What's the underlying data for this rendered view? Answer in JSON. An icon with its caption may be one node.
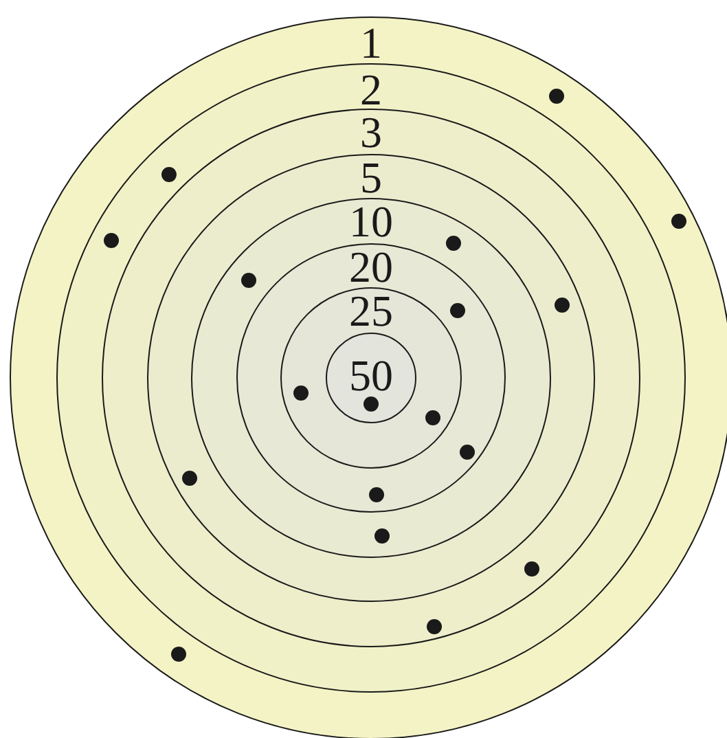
{
  "diagram": {
    "nodes": [
      {
        "text": [
          "1"
        ]
      },
      {
        "text": [
          "2"
        ],
        "in": 0
      },
      {
        "text": [
          "3"
        ],
        "in": 1
      },
      {
        "text": [
          "5"
        ],
        "in": 2
      },
      {
        "text": [
          "10"
        ],
        "in": 3
      },
      {
        "text": [
          "20"
        ],
        "in": 4
      },
      {
        "text": [
          "25"
        ],
        "in": 5
      },
      {
        "text": [
          "50"
        ],
        "in": 6
      }
    ]
  }
}
